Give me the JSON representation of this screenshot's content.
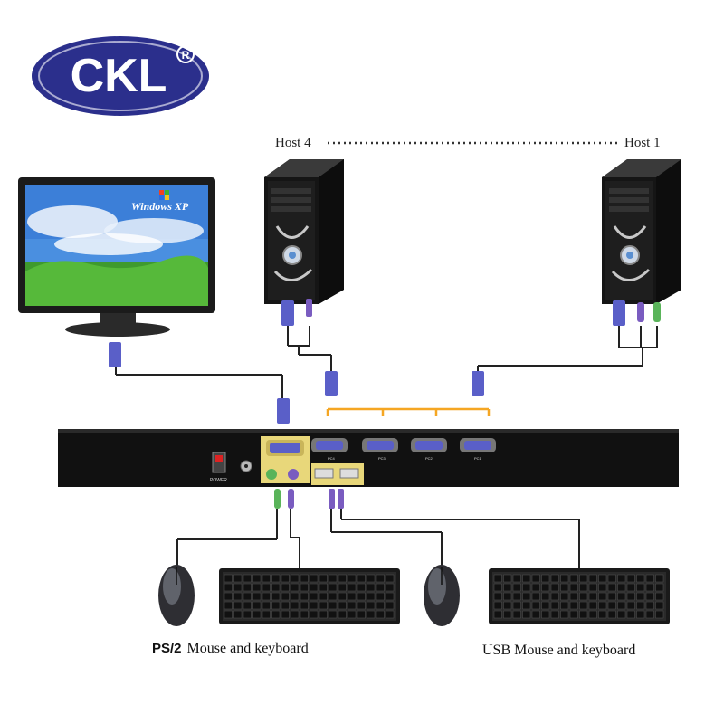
{
  "logo": {
    "text": "CKL",
    "registered": "R"
  },
  "hosts": [
    {
      "label": "Host 4"
    },
    {
      "label": "Host 1"
    }
  ],
  "monitor": {
    "screen_text": "Windows XP"
  },
  "kvm": {
    "power_label": "POWER",
    "ports": [
      "PC4",
      "PC3",
      "PC2",
      "PC1"
    ]
  },
  "captions": {
    "ps2_prefix": "PS/2",
    "ps2_text": "Mouse and keyboard",
    "usb_text": "USB Mouse and keyboard"
  },
  "colors": {
    "logo_blue": "#2b2f8c",
    "cable_orange": "#f5a623",
    "vga_blue": "#5a5fc8",
    "ps2_green": "#5ab45a",
    "ps2_purple": "#7a5cc0",
    "device_black": "#1a1a1a"
  }
}
